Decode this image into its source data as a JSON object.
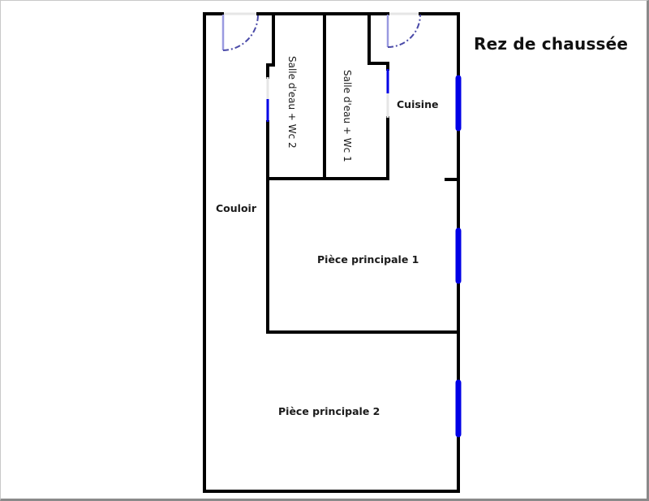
{
  "plan": {
    "title": "Rez de chaussée",
    "rooms": [
      {
        "id": "salle-eau-2",
        "label": "Salle d'eau + Wc 2"
      },
      {
        "id": "salle-eau-1",
        "label": "Salle d'eau + Wc 1"
      },
      {
        "id": "cuisine",
        "label": "Cuisine"
      },
      {
        "id": "couloir",
        "label": "Couloir"
      },
      {
        "id": "piece-principale-1",
        "label": "Pièce principale 1"
      },
      {
        "id": "piece-principale-2",
        "label": "Pièce principale 2"
      }
    ],
    "colors": {
      "wall": "#000000",
      "window": "#0000e6",
      "door": "#4a4aa8",
      "door_leaf": "#9a9ae0"
    }
  }
}
